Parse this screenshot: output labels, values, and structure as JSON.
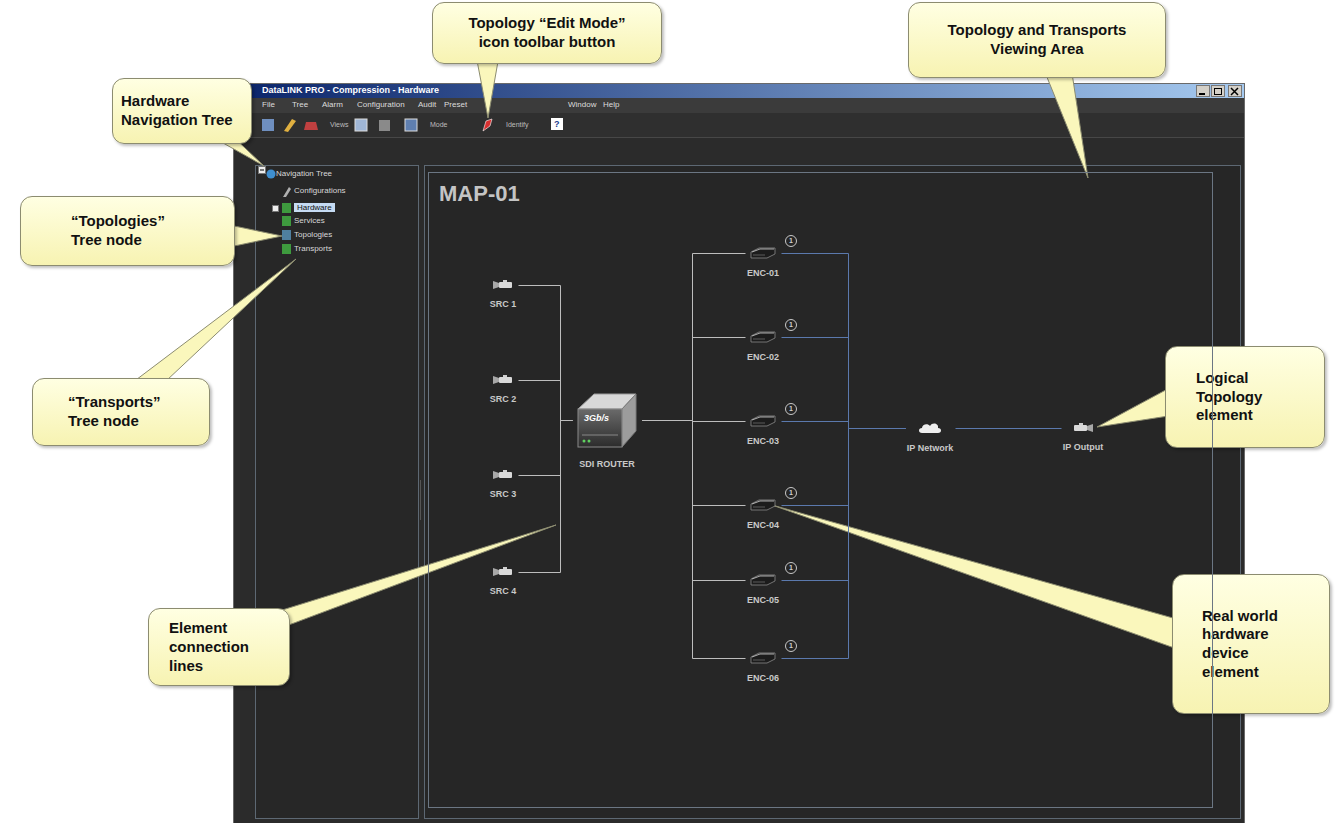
{
  "diagram": {
    "nodes": [
      {
        "text": [
          "Hardware Navigation Tree"
        ]
      },
      {
        "text": [
          "Topology “Edit Mode” icon toolbar button"
        ]
      },
      {
        "text": [
          "Topology and Transports Viewing Area"
        ]
      },
      {
        "text": [
          "“Topologies” Tree node"
        ]
      },
      {
        "text": [
          "“Transports” Tree node"
        ]
      },
      {
        "text": [
          "Logical Topology element"
        ]
      },
      {
        "text": [
          "Element connection lines"
        ]
      },
      {
        "text": [
          "Real world hardware device element"
        ]
      },
      {
        "text": [
          "MAP-01"
        ]
      },
      {
        "text": [
          "SRC 1"
        ],
        "in": 8
      },
      {
        "text": [
          "SRC 2"
        ],
        "in": 8
      },
      {
        "text": [
          "SRC 3"
        ],
        "in": 8
      },
      {
        "text": [
          "SRC 4"
        ],
        "in": 8
      },
      {
        "text": [
          "SDI ROUTER"
        ],
        "in": 8
      },
      {
        "text": [
          "ENC-01"
        ],
        "in": 8
      },
      {
        "text": [
          "ENC-02"
        ],
        "in": 8
      },
      {
        "text": [
          "ENC-03"
        ],
        "in": 8
      },
      {
        "text": [
          "ENC-04"
        ],
        "in": 8
      },
      {
        "text": [
          "ENC-05"
        ],
        "in": 8
      },
      {
        "text": [
          "ENC-06"
        ],
        "in": 8
      },
      {
        "text": [
          "IP Network"
        ],
        "in": 8
      },
      {
        "text": [
          "IP Output"
        ],
        "in": 8
      }
    ],
    "edges": [
      {
        "from": 9,
        "to": 13,
        "arrow": "none"
      },
      {
        "from": 10,
        "to": 13,
        "arrow": "none"
      },
      {
        "from": 11,
        "to": 13,
        "arrow": "none"
      },
      {
        "from": 12,
        "to": 13,
        "arrow": "none"
      },
      {
        "from": 13,
        "to": 14,
        "arrow": "none"
      },
      {
        "from": 13,
        "to": 15,
        "arrow": "none"
      },
      {
        "from": 13,
        "to": 16,
        "arrow": "none"
      },
      {
        "from": 13,
        "to": 17,
        "arrow": "none"
      },
      {
        "from": 13,
        "to": 18,
        "arrow": "none"
      },
      {
        "from": 13,
        "to": 19,
        "arrow": "none"
      },
      {
        "from": 14,
        "to": 20,
        "arrow": "none"
      },
      {
        "from": 15,
        "to": 20,
        "arrow": "none"
      },
      {
        "from": 16,
        "to": 20,
        "arrow": "none"
      },
      {
        "from": 17,
        "to": 20,
        "arrow": "none"
      },
      {
        "from": 18,
        "to": 20,
        "arrow": "none"
      },
      {
        "from": 19,
        "to": 20,
        "arrow": "none"
      },
      {
        "from": 20,
        "to": 21,
        "arrow": "none"
      }
    ],
    "labels": [
      "DataLINK PRO - Compression - Hardware",
      "File",
      "Tree",
      "Alarm",
      "Configuration",
      "Audit",
      "Preset",
      "Window",
      "Help",
      "Views",
      "Mode",
      "Identify",
      "?",
      "Navigation Tree",
      "Configurations",
      "Hardware",
      "Services",
      "Topologies",
      "Transports",
      "3Gb/s",
      "1",
      "1",
      "1",
      "1",
      "1",
      "1"
    ]
  }
}
